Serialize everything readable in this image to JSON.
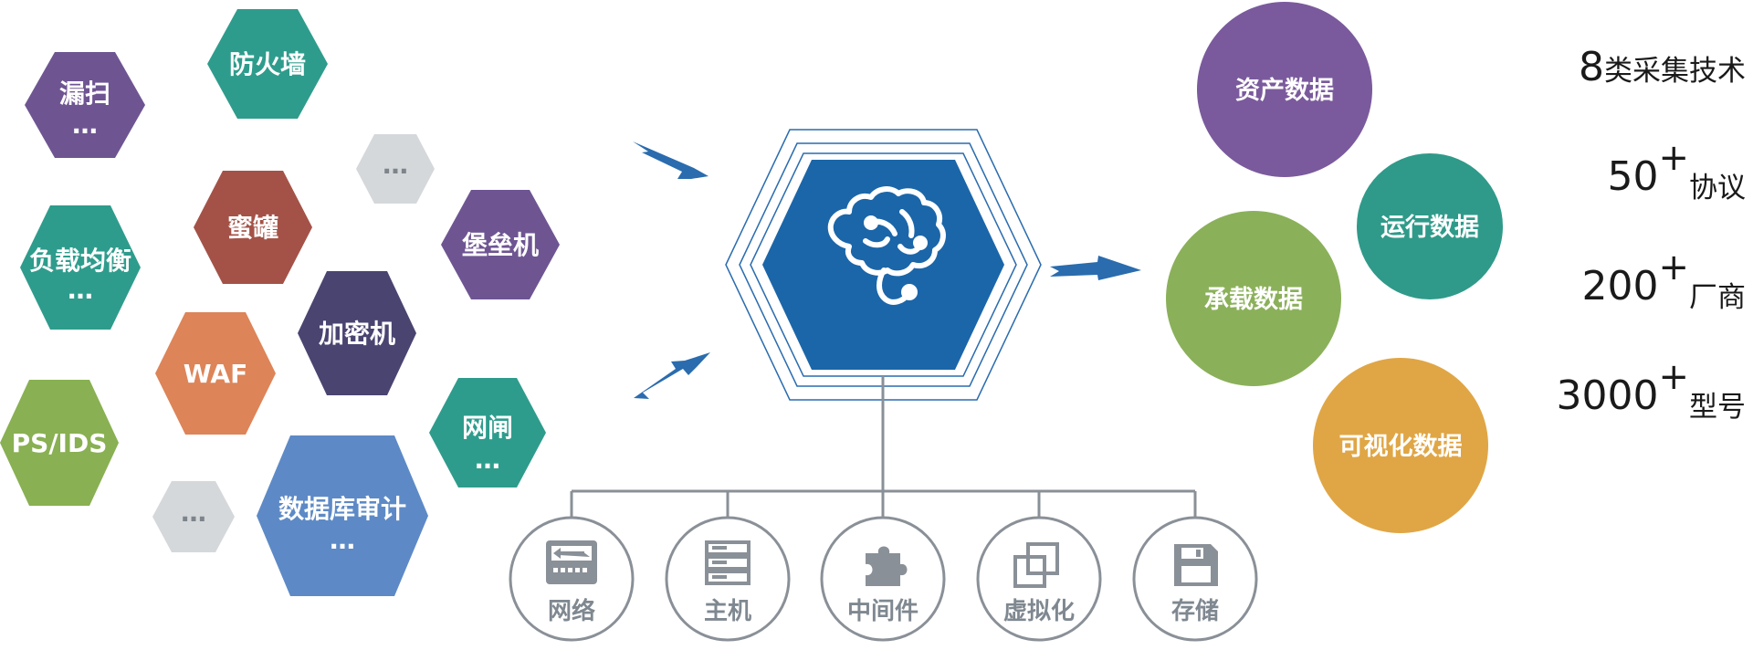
{
  "sources": [
    {
      "label": "漏扫",
      "sub": "…",
      "color": "#6e5592"
    },
    {
      "label": "防火墙",
      "sub": "",
      "color": "#2e9c8c"
    },
    {
      "label": "…",
      "sub": "",
      "color": "#d5d8db"
    },
    {
      "label": "蜜罐",
      "sub": "",
      "color": "#a45247"
    },
    {
      "label": "堡垒机",
      "sub": "",
      "color": "#6e5592"
    },
    {
      "label": "负载均衡",
      "sub": "…",
      "color": "#2e9c8c"
    },
    {
      "label": "加密机",
      "sub": "",
      "color": "#4a4471"
    },
    {
      "label": "WAF",
      "sub": "",
      "color": "#dd8458"
    },
    {
      "label": "PS/IDS",
      "sub": "",
      "color": "#89b052"
    },
    {
      "label": "网闸",
      "sub": "…",
      "color": "#2e9c8c"
    },
    {
      "label": "…",
      "sub": "",
      "color": "#d5d8db"
    },
    {
      "label": "数据库审计",
      "sub": "…",
      "color": "#5d8ac6"
    }
  ],
  "core": {
    "icon": "brain-icon",
    "color": "#1b66a9"
  },
  "categories": [
    {
      "label": "网络",
      "icon": "network-switch-icon"
    },
    {
      "label": "主机",
      "icon": "server-icon"
    },
    {
      "label": "中间件",
      "icon": "puzzle-icon"
    },
    {
      "label": "虚拟化",
      "icon": "overlapping-squares-icon"
    },
    {
      "label": "存储",
      "icon": "floppy-disk-icon"
    }
  ],
  "outputs": [
    {
      "label": "资产数据",
      "color": "#7a5a9c"
    },
    {
      "label": "运行数据",
      "color": "#2f9a89"
    },
    {
      "label": "承载数据",
      "color": "#8bb05a"
    },
    {
      "label": "可视化数据",
      "color": "#e0a645"
    }
  ],
  "stats": [
    {
      "num": "8",
      "plus": "",
      "unit": "类采集技术"
    },
    {
      "num": "50",
      "plus": "+",
      "unit": "协议"
    },
    {
      "num": "200",
      "plus": "+",
      "unit": "厂商"
    },
    {
      "num": "3000",
      "plus": "+",
      "unit": "型号"
    }
  ],
  "colors": {
    "arrow": "#2a6cae",
    "connector": "#8a9097",
    "core_outline": "#2a6cae"
  }
}
